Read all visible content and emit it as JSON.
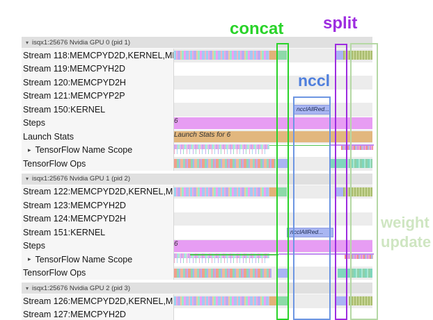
{
  "annotations": {
    "concat": {
      "label": "concat",
      "color": "#2ad32a"
    },
    "split": {
      "label": "split",
      "color": "#9d2ce0"
    },
    "nccl": {
      "label": "nccl",
      "color": "#4f7fdd"
    },
    "weight_update": {
      "line1": "weight",
      "line2": "update",
      "color": "#cfe6c2"
    }
  },
  "colors": {
    "steps_bar": "#e79df3",
    "launch_bar": "#e2b77e",
    "nccl_bar": "#a9b6f2",
    "header_bg": "#e0e0e0"
  },
  "sections": [
    {
      "header": "isqx1:25676 Nvidia GPU 0 (pid 1)",
      "rows": [
        {
          "label": "Stream 118:MEMCPYD2D,KERNEL,ME"
        },
        {
          "label": "Stream 119:MEMCPYH2D"
        },
        {
          "label": "Stream 120:MEMCPYD2H"
        },
        {
          "label": "Stream 121:MEMCPYP2P"
        },
        {
          "label": "Stream 150:KERNEL",
          "bar_text": "ncclAllRed..."
        },
        {
          "label": "Steps",
          "value": "6"
        },
        {
          "label": "Launch Stats",
          "value": "Launch Stats for 6"
        },
        {
          "label": "TensorFlow Name Scope"
        },
        {
          "label": "TensorFlow Ops"
        }
      ]
    },
    {
      "header": "isqx1:25676 Nvidia GPU 1 (pid 2)",
      "rows": [
        {
          "label": "Stream 122:MEMCPYD2D,KERNEL,MI"
        },
        {
          "label": "Stream 123:MEMCPYH2D"
        },
        {
          "label": "Stream 124:MEMCPYD2H"
        },
        {
          "label": "Stream 151:KERNEL",
          "bar_text": "ncclAllRed..."
        },
        {
          "label": "Steps",
          "value": "6"
        },
        {
          "label": "TensorFlow Name Scope"
        },
        {
          "label": "TensorFlow Ops"
        }
      ]
    },
    {
      "header": "isqx1:25676 Nvidia GPU 2 (pid 3)",
      "rows": [
        {
          "label": "Stream 126:MEMCPYD2D,KERNEL,MI"
        },
        {
          "label": "Stream 127:MEMCPYH2D"
        }
      ]
    }
  ]
}
